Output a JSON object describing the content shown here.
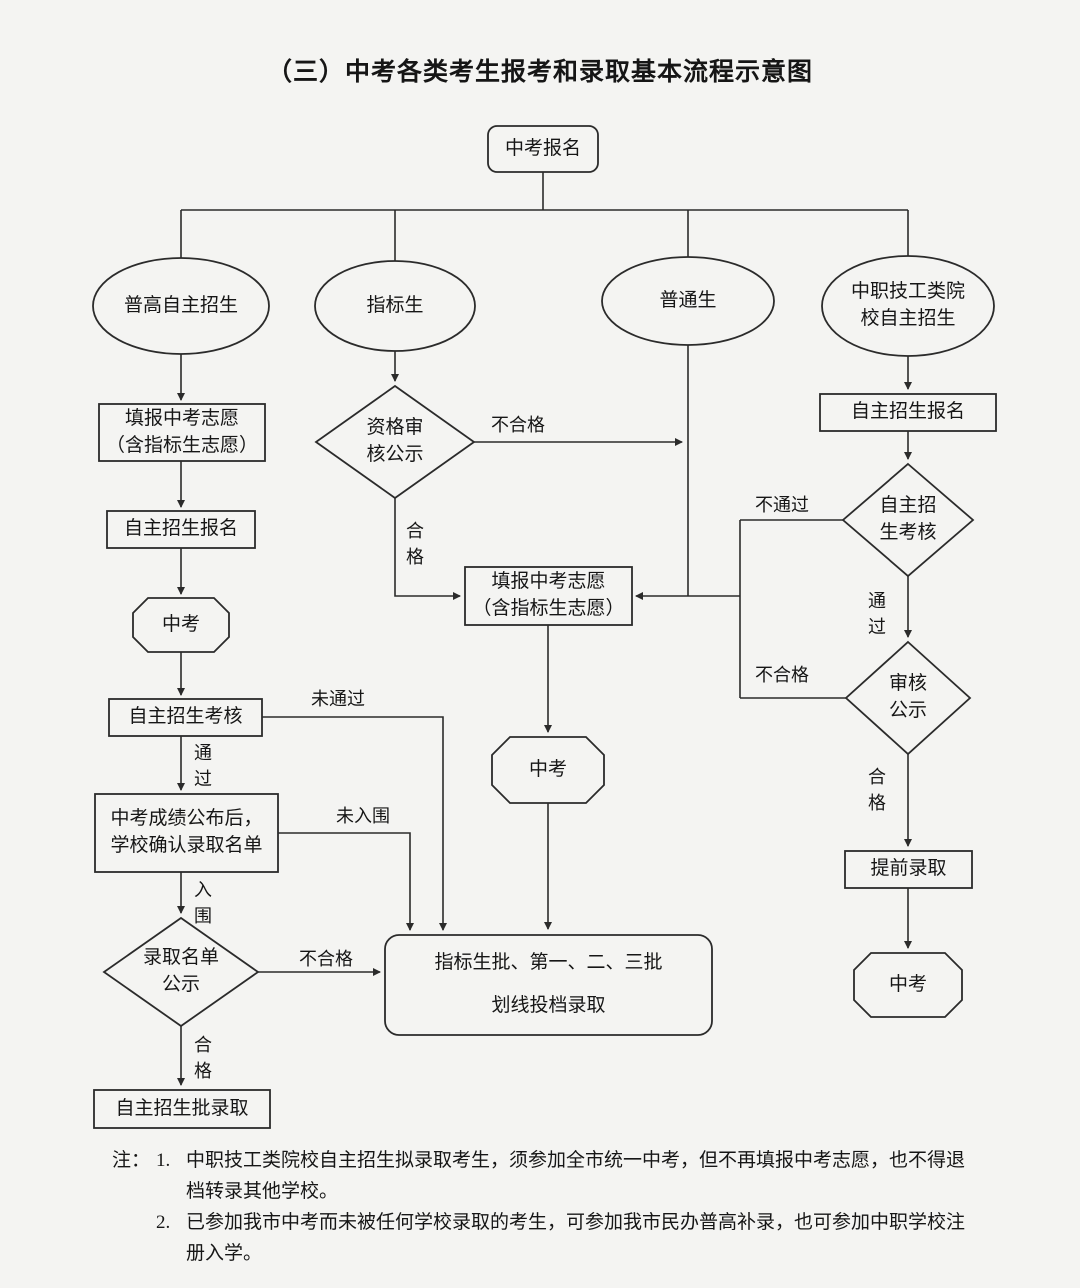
{
  "title": "（三）中考各类考生报考和录取基本流程示意图",
  "nodes": {
    "start": "中考报名",
    "branch_pugao": "普高自主招生",
    "branch_zhibiao": "指标生",
    "branch_putong": "普通生",
    "branch_zhongzhi": "中职技工类院\n校自主招生",
    "p1_fill": "填报中考志愿\n（含指标生志愿）",
    "p1_signup": "自主招生报名",
    "p1_exam": "中考",
    "p1_assess": "自主招生考核",
    "p1_confirm": "中考成绩公布后，\n学校确认录取名单",
    "p1_publicity": "录取名单\n公示",
    "p1_admission": "自主招生批录取",
    "p2_review": "资格审\n核公示",
    "p2_fill": "填报中考志愿\n（含指标生志愿）",
    "p2_exam": "中考",
    "batch_admission": "指标生批、第一、二、三批\n划线投档录取",
    "p4_signup": "自主招生报名",
    "p4_assess": "自主招\n生考核",
    "p4_review": "审核\n公示",
    "p4_early": "提前录取",
    "p4_exam": "中考"
  },
  "edges": {
    "p2_fail": "不合格",
    "p2_pass": "合\n格",
    "p1_not_pass": "未通过",
    "p1_pass": "通\n过",
    "p1_not_shortlisted": "未入围",
    "p1_shortlisted": "入\n围",
    "p1_fail": "不合格",
    "p1_pass2": "合\n格",
    "p4_not_pass": "不通过",
    "p4_pass": "通\n过",
    "p4_fail": "不合格",
    "p4_pass2": "合\n格"
  },
  "notes": {
    "prefix": "注：",
    "items": [
      {
        "num": "1.",
        "text": "中职技工类院校自主招生拟录取考生，须参加全市统一中考，但不再填报中考志愿，也不得退档转录其他学校。"
      },
      {
        "num": "2.",
        "text": "已参加我市中考而未被任何学校录取的考生，可参加我市民办普高补录，也可参加中职学校注册入学。"
      }
    ]
  }
}
